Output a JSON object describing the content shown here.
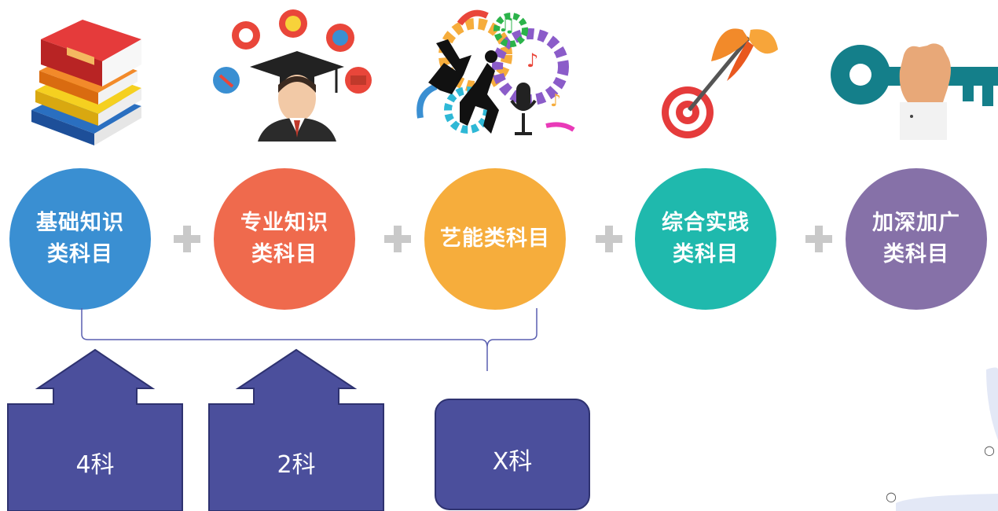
{
  "categories": [
    {
      "line1": "基础知识",
      "line2": "类科目",
      "color": "#3a8fd2",
      "icon": "books-icon"
    },
    {
      "line1": "专业知识",
      "line2": "类科目",
      "color": "#ef6a4d",
      "icon": "graduate-icon"
    },
    {
      "line1": "艺能类科目",
      "line2": "",
      "color": "#f6ad3c",
      "icon": "arts-gears-icon"
    },
    {
      "line1": "综合实践",
      "line2": "类科目",
      "color": "#1fb9ad",
      "icon": "target-dart-icon"
    },
    {
      "line1": "加深加广",
      "line2": "类科目",
      "color": "#8671a8",
      "icon": "key-hand-icon"
    }
  ],
  "counts": [
    {
      "label": "4科"
    },
    {
      "label": "2科"
    },
    {
      "label": "X科"
    }
  ],
  "colors": {
    "box": "#4b4f9c",
    "bracket": "#5a5fb0",
    "plus": "#c9c9c9"
  },
  "decor": {
    "circle_mark_1": "○",
    "circle_mark_2": "○"
  }
}
